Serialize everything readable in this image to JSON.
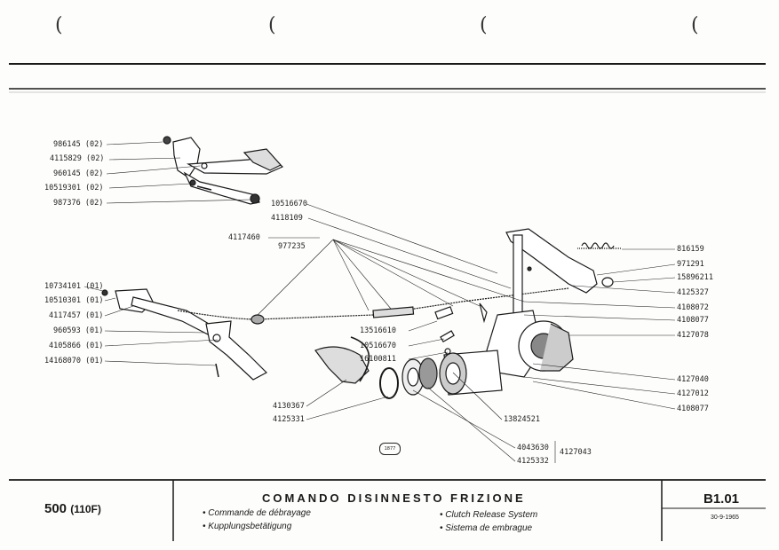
{
  "labels_left": [
    {
      "text": "986145",
      "suffix": "(02)"
    },
    {
      "text": "4115829",
      "suffix": "(02)"
    },
    {
      "text": "960145",
      "suffix": "(02)"
    },
    {
      "text": "10519301",
      "suffix": "(02)"
    },
    {
      "text": "987376",
      "suffix": "(02)"
    }
  ],
  "labels_left2": [
    {
      "text": "10734101",
      "suffix": "(01)"
    },
    {
      "text": "10510301",
      "suffix": "(01)"
    },
    {
      "text": "4117457",
      "suffix": "(01)"
    },
    {
      "text": "960593",
      "suffix": "(01)"
    },
    {
      "text": "4105866",
      "suffix": "(01)"
    },
    {
      "text": "14168070",
      "suffix": "(01)"
    }
  ],
  "labels_center": {
    "a": "10516670",
    "b": "4118109",
    "c": "4117460",
    "d": "977235",
    "e": "13516610",
    "f": "10516670",
    "g": "16100811",
    "h": "4130367",
    "i": "4125331",
    "j": "13824521",
    "k": "4043630",
    "l": "4125332",
    "m": "4127043"
  },
  "labels_right": [
    "816159",
    "971291",
    "15896211",
    "4125327",
    "4108072",
    "4108077",
    "4127078",
    "4127040",
    "4127012",
    "4108077"
  ],
  "stamp": "1877",
  "footer": {
    "model": "500",
    "model_sub": "(110F)",
    "title": "COMANDO DISINNESTO FRIZIONE",
    "fr": "• Commande de débrayage",
    "de": "• Kupplungsbetätigung",
    "en": "• Clutch Release System",
    "es": "• Sistema de embrague",
    "code": "B1.01",
    "date": "30-9-1965"
  },
  "binder_holes": [
    "(",
    "(",
    "(",
    "("
  ]
}
